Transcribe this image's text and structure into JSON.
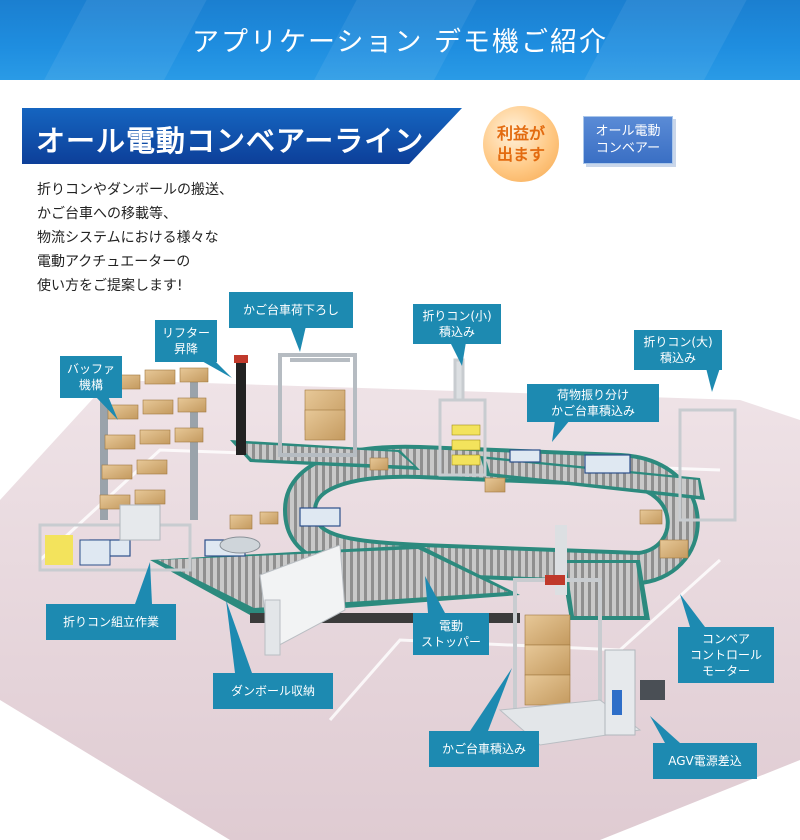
{
  "header": {
    "title": "アプリケーション  デモ機ご紹介"
  },
  "banner": {
    "title": "オール電動コンベアーライン"
  },
  "badges": {
    "profit_line1": "利益が",
    "profit_line2": "出ます",
    "tag_line1": "オール電動",
    "tag_line2": "コンベアー"
  },
  "description": [
    "折りコンやダンボールの搬送、",
    "かご台車への移載等、",
    "物流システムにおける様々な",
    "電動アクチュエーターの",
    "使い方をご提案します!"
  ],
  "callouts": {
    "buffer": [
      "バッファ",
      "機構"
    ],
    "lifter": [
      "リフター",
      "昇降"
    ],
    "cart_unload": [
      "かご台車荷下ろし"
    ],
    "small_load": [
      "折りコン(小)",
      "積込み"
    ],
    "large_load": [
      "折りコン(大)",
      "積込み"
    ],
    "sorting": [
      "荷物振り分け",
      "かご台車積込み"
    ],
    "assembly": [
      "折りコン組立作業"
    ],
    "stopper": [
      "電動",
      "ストッパー"
    ],
    "controller": [
      "コンベア",
      "コントロール",
      "モーター"
    ],
    "cardboard": [
      "ダンボール収納"
    ],
    "cart_load": [
      "かご台車積込み"
    ],
    "agv": [
      "AGV電源差込"
    ]
  },
  "colors": {
    "header": "#1f8ee0",
    "banner": "#1565c0",
    "callout": "#1d8ab1",
    "conveyor": "#2c8a7e",
    "floor": "#e9d9de"
  }
}
